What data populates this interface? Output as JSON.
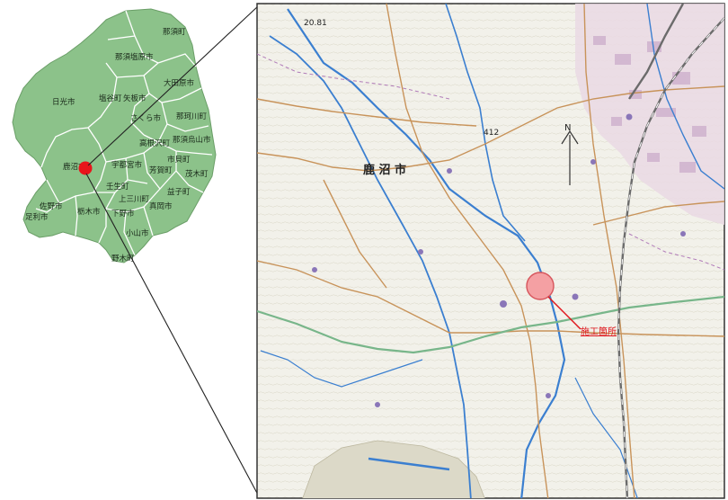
{
  "overview_map": {
    "regions": [
      {
        "id": "nasu",
        "label": "那須町"
      },
      {
        "id": "nasushiobara",
        "label": "那須塩原市"
      },
      {
        "id": "nikko",
        "label": "日光市"
      },
      {
        "id": "shioya",
        "label": "塩谷町"
      },
      {
        "id": "yaita",
        "label": "矢板市"
      },
      {
        "id": "otawara",
        "label": "大田原市"
      },
      {
        "id": "sakura",
        "label": "さくら市"
      },
      {
        "id": "nakagawa",
        "label": "那珂川町"
      },
      {
        "id": "takanezawa",
        "label": "高根沢町"
      },
      {
        "id": "nasukarasuyama",
        "label": "那須烏山市"
      },
      {
        "id": "kanuma",
        "label": "鹿沼市"
      },
      {
        "id": "utsunomiya",
        "label": "宇都宮市"
      },
      {
        "id": "haga",
        "label": "芳賀町"
      },
      {
        "id": "ichikai",
        "label": "市貝町"
      },
      {
        "id": "motegi",
        "label": "茂木町"
      },
      {
        "id": "mibu",
        "label": "壬生町"
      },
      {
        "id": "kaminokawa",
        "label": "上三川町"
      },
      {
        "id": "mashiko",
        "label": "益子町"
      },
      {
        "id": "sano",
        "label": "佐野市"
      },
      {
        "id": "tochigi",
        "label": "栃木市"
      },
      {
        "id": "shimotsuke",
        "label": "下野市"
      },
      {
        "id": "moka",
        "label": "真岡市"
      },
      {
        "id": "ashikaga",
        "label": "足利市"
      },
      {
        "id": "oyama",
        "label": "小山市"
      },
      {
        "id": "nogi",
        "label": "野木町"
      }
    ],
    "marker_color": "#e8141b",
    "fill_color": "#8cc28a",
    "border_color": "#ffffff"
  },
  "detail_map": {
    "city_label": "鹿 沼 市",
    "site_label": "施工箇所",
    "north_symbol": "N",
    "route_label_top": "20.81",
    "route_label_mid": "412",
    "site_marker_color": "#f4a0a3",
    "leader_color": "#e0141b",
    "river_color": "#3b7fd0",
    "road_color": "#c8935a",
    "rail_color": "#6b6b6b",
    "urban_color": "#c9a9c9"
  }
}
